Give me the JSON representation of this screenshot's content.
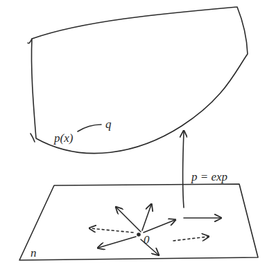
{
  "diagram": {
    "labels": [
      "p(x)",
      "q",
      "p = exp",
      "n",
      "0"
    ]
  }
}
